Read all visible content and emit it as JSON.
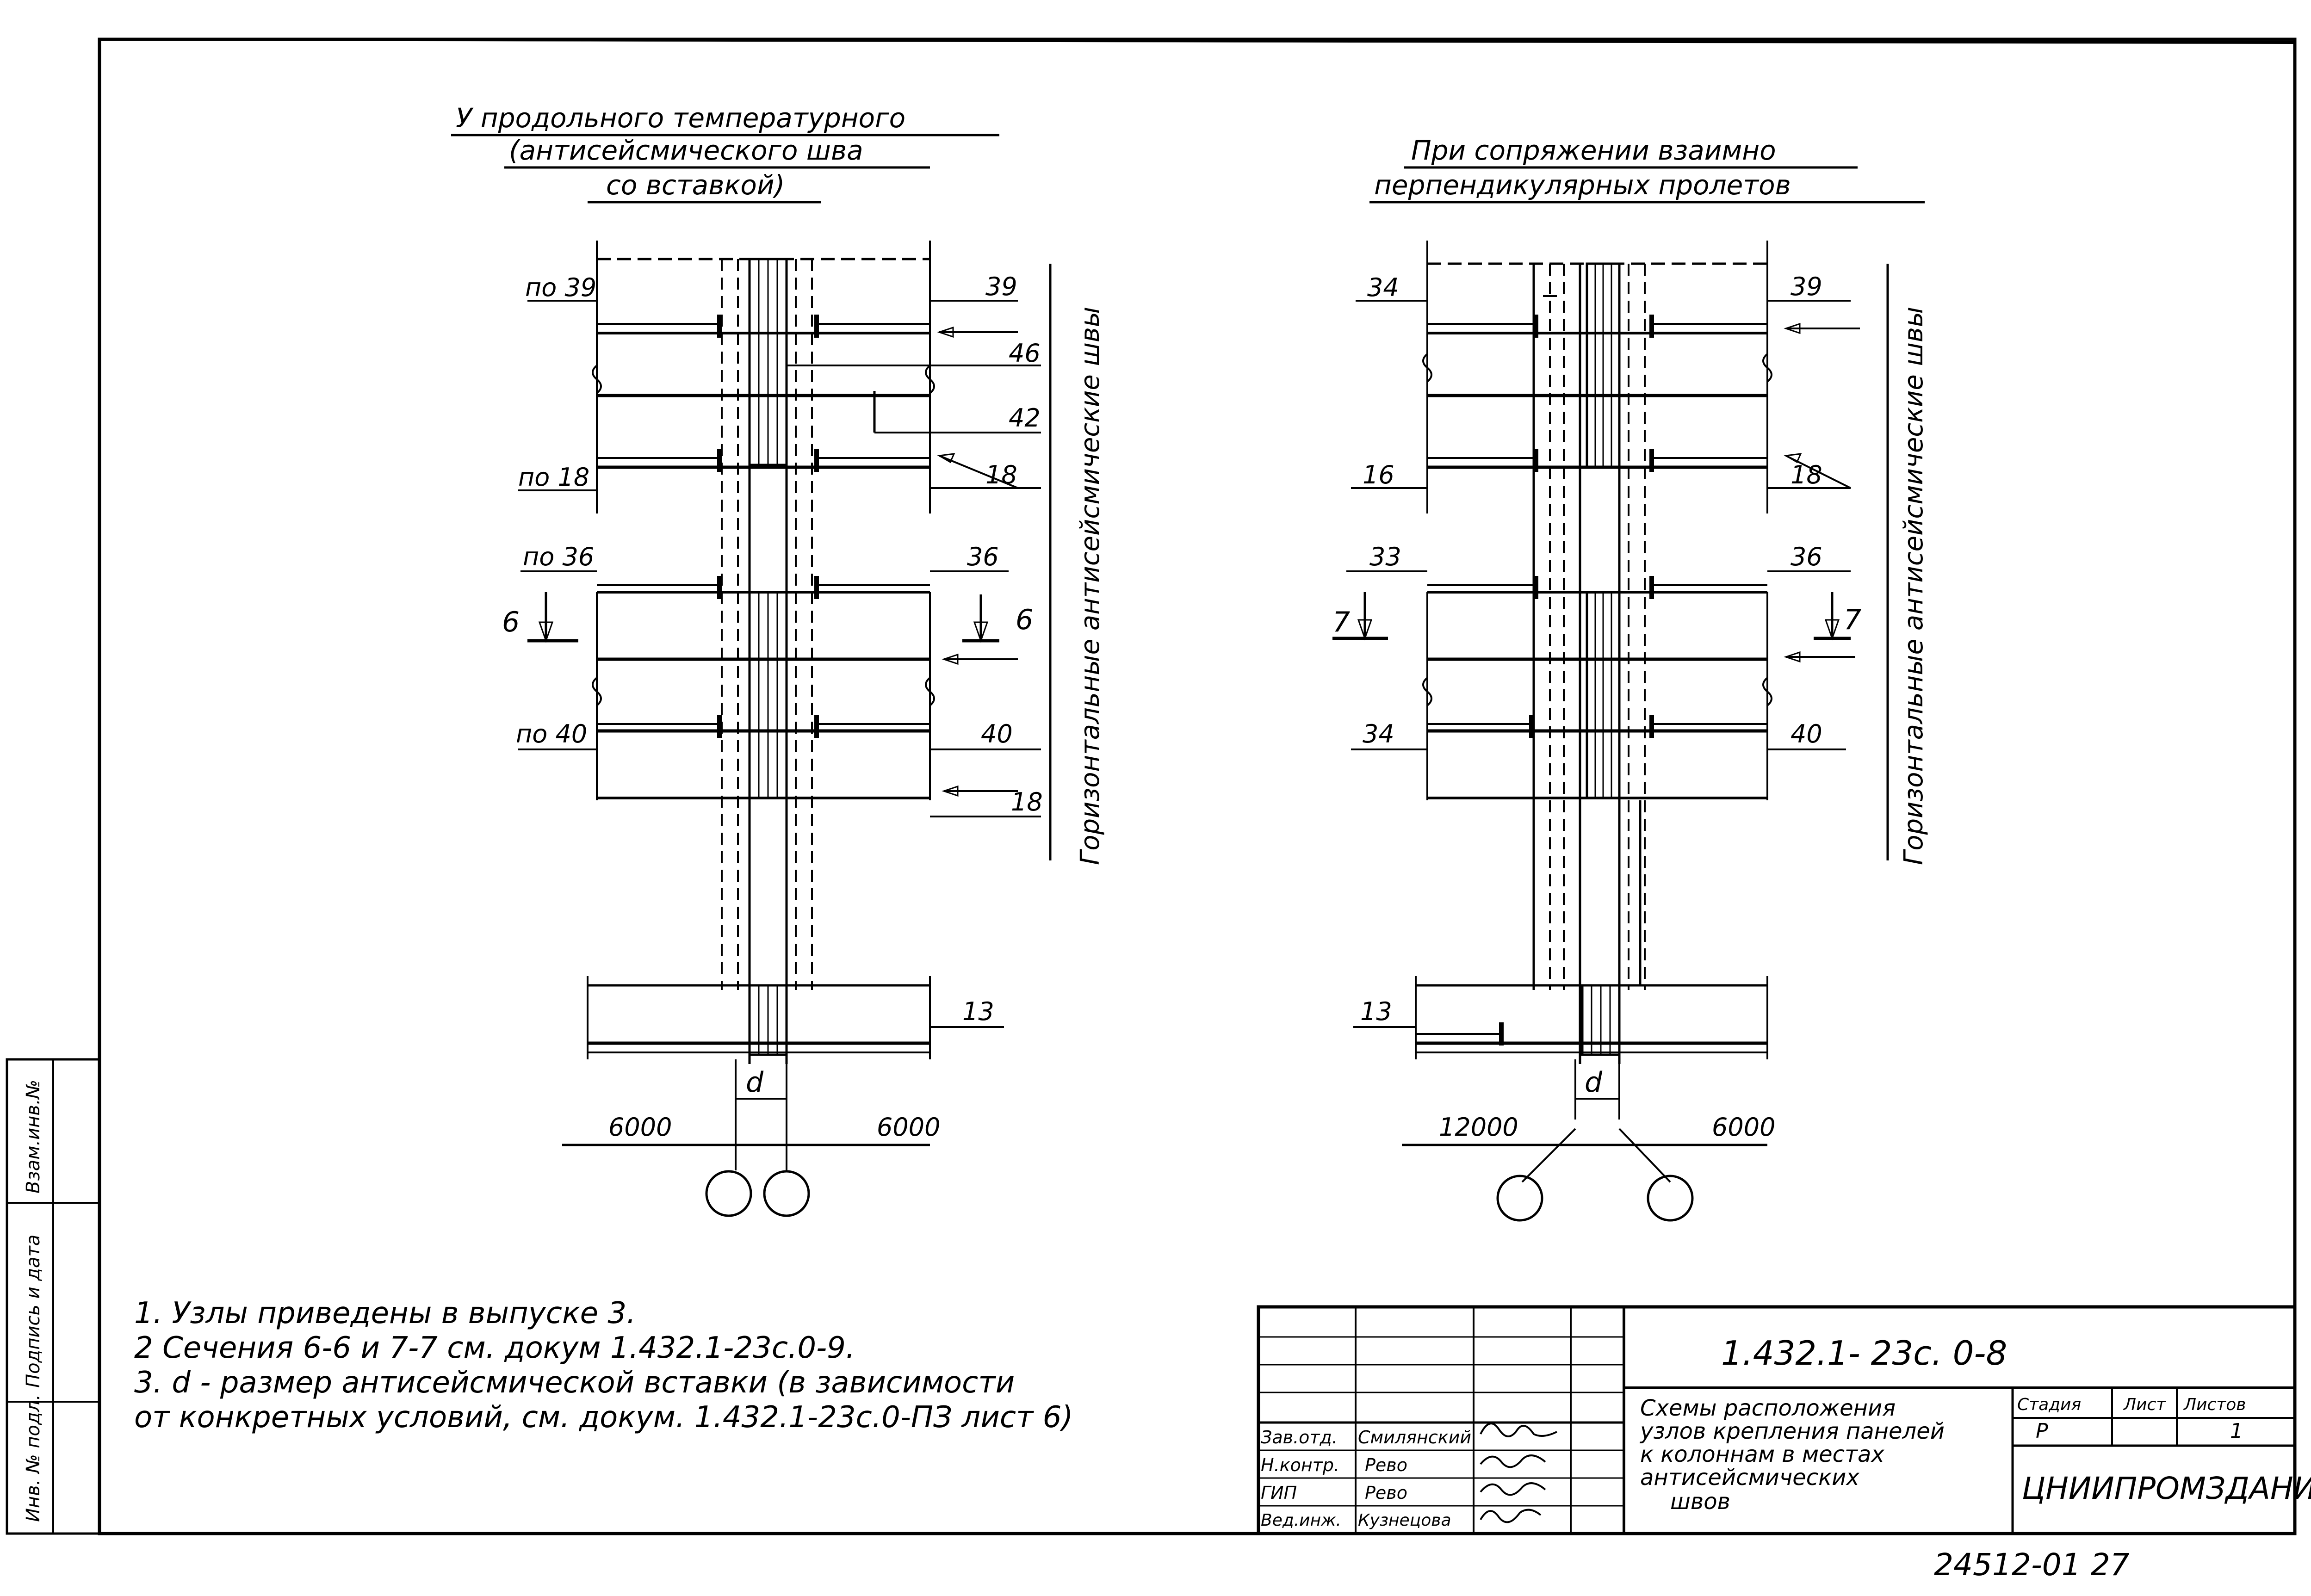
{
  "left_view": {
    "title": [
      "У продольного температурного",
      "(антисейсмического шва",
      "со вставкой)"
    ],
    "labels": {
      "l39": "по 39",
      "r39": "39",
      "r46": "46",
      "r42": "42",
      "l18": "по 18",
      "r18a": "18",
      "l36": "по 36",
      "r36": "36",
      "sec_l": "6",
      "sec_r": "6",
      "l40": "по 40",
      "r40": "40",
      "r18b": "18",
      "r13": "13",
      "d": "d",
      "dim_left": "6000",
      "dim_right": "6000"
    },
    "vertical_label": "Горизонтальные антисейсмические швы"
  },
  "right_view": {
    "title": [
      "При сопряжении взаимно",
      "перпендикулярных пролетов"
    ],
    "labels": {
      "l34a": "34",
      "r39": "39",
      "l16": "16",
      "r18": "18",
      "l33": "33",
      "r36": "36",
      "sec_l": "7",
      "sec_r": "7",
      "l34b": "34",
      "r40": "40",
      "l13": "13",
      "d": "d",
      "dim_left": "12000",
      "dim_right": "6000"
    },
    "vertical_label": "Горизонтальные антисейсмические швы"
  },
  "notes": [
    "1. Узлы приведены в выпуске 3.",
    "2  Сечения 6-6 и 7-7 см. докум 1.432.1-23с.0-9.",
    "3. d - размер антисейсмической вставки (в зависимости",
    "    от конкретных условий, см. докум. 1.432.1-23с.0-ПЗ лист 6)"
  ],
  "margin_stamp": [
    "Инв. № подл.",
    "Подпись и дата",
    "Взам.инв.№"
  ],
  "title_block": {
    "doc_code": "1.432.1- 23с. 0-8",
    "title": [
      "Схемы расположения",
      "узлов крепления панелей",
      "к колоннам в местах",
      "антисейсмических",
      "швов"
    ],
    "stage_h": "Стадия",
    "sheet_h": "Лист",
    "sheets_h": "Листов",
    "stage": "Р",
    "sheets": "1",
    "org": "ЦНИИПРОМЗДАНИЙ",
    "roles": [
      "Зав.отд.",
      "Н.контр.",
      "ГИП",
      "Вед.инж."
    ],
    "names": [
      "Смилянский",
      "Рево",
      "Рево",
      "Кузнецова"
    ]
  },
  "footer_number": "24512-01   27"
}
